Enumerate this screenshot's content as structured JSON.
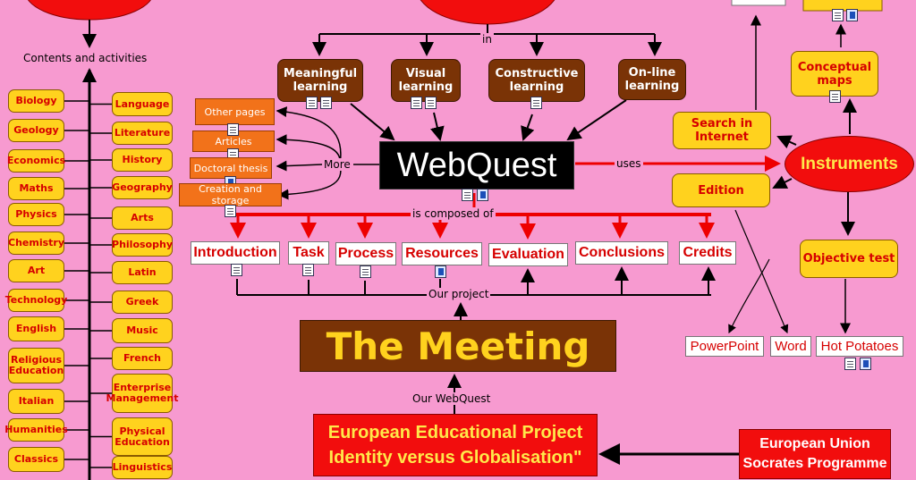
{
  "center": "WebQuest",
  "top_labels": {
    "in": "in",
    "more": "More",
    "uses": "uses",
    "composed": "is composed of",
    "our_project": "Our project",
    "our_webquest": "Our WebQuest",
    "contents": "Contents and activities"
  },
  "learning": [
    "Meaningful learning",
    "Visual learning",
    "Constructive learning",
    "On-line learning"
  ],
  "more_items": [
    "Other pages",
    "Articles",
    "Doctoral thesis",
    "Creation and storage"
  ],
  "components": [
    "Introduction",
    "Task",
    "Process",
    "Resources",
    "Evaluation",
    "Conclusions",
    "Credits"
  ],
  "instruments": {
    "title": "Instruments",
    "search": "Search in Internet",
    "edition": "Edition",
    "conceptual": "Conceptual maps",
    "objective": "Objective test",
    "powerpoint": "PowerPoint",
    "word": "Word",
    "hotpotatoes": "Hot Potatoes"
  },
  "meeting": "The Meeting",
  "project": "European Educational Project Identity versus Globalisation\"",
  "eu": "European Union Socrates Programme",
  "subjects_left": [
    "Biology",
    "Geology",
    "Economics",
    "Maths",
    "Physics",
    "Chemistry",
    "Art",
    "Technology",
    "English",
    "Religious Education",
    "Italian",
    "Humanities",
    "Classics"
  ],
  "subjects_right": [
    "Language",
    "Literature",
    "History",
    "Geography",
    "Arts",
    "Philosophy",
    "Latin",
    "Greek",
    "Music",
    "French",
    "Enterprise Management",
    "Physical Education",
    "Linguistics"
  ],
  "colors": {
    "background": "#f79ad0",
    "red_node": "#f20d0d",
    "brown": "#7a3306",
    "yellow": "#ffd21e",
    "orange": "#f2721a"
  }
}
